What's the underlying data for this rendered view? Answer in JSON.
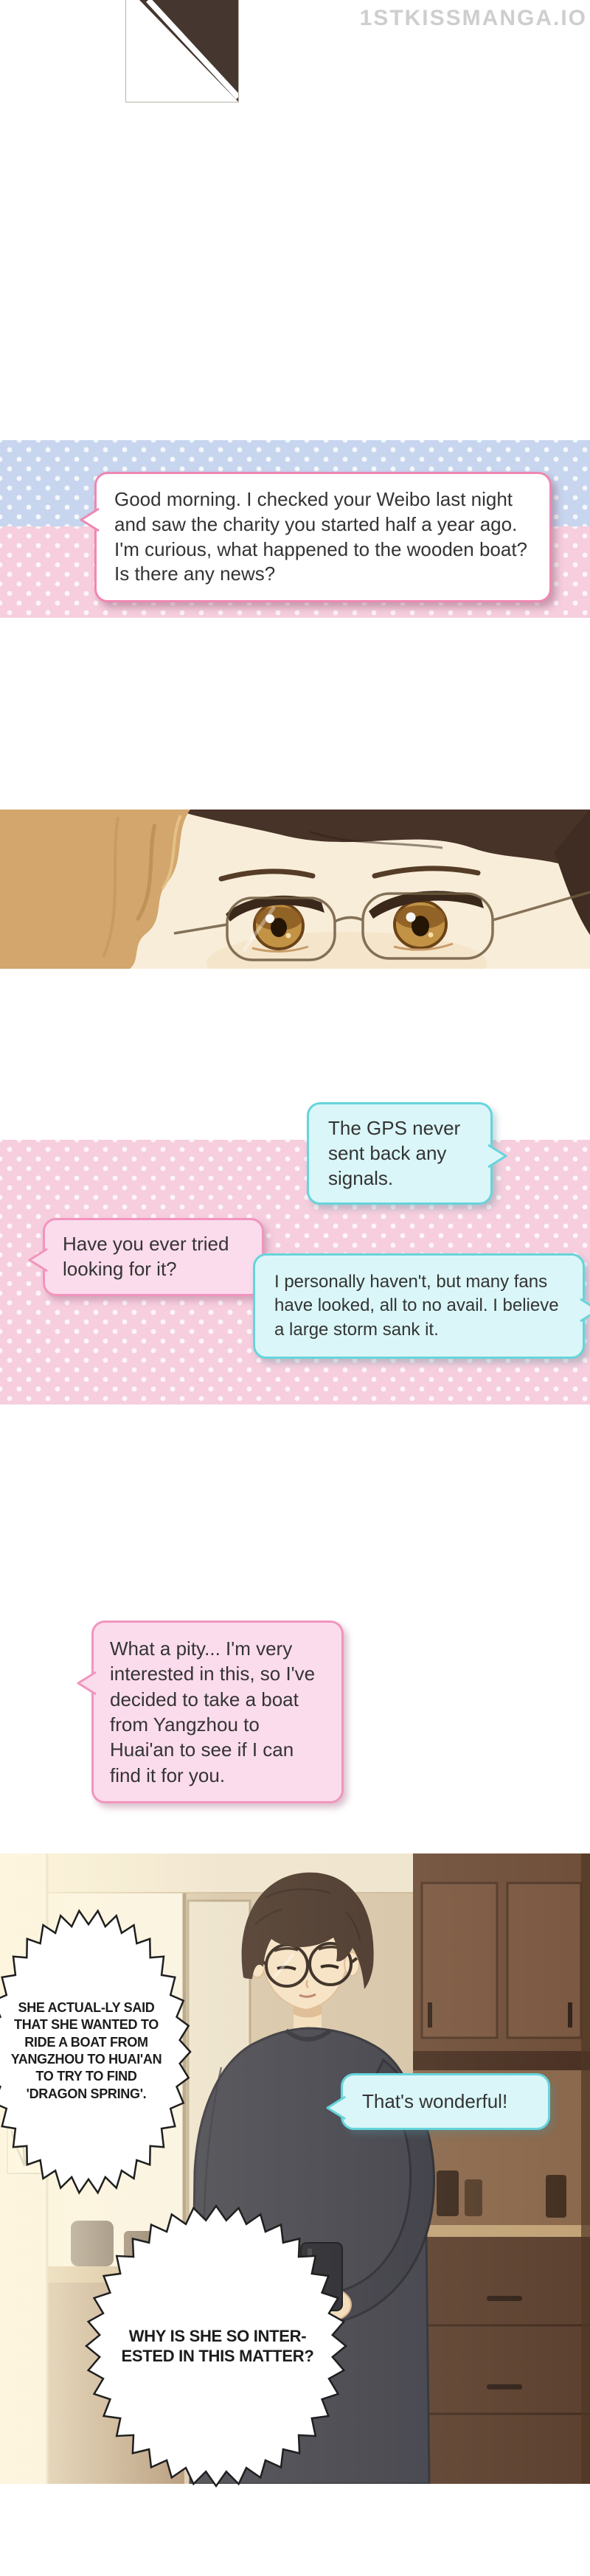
{
  "watermark": {
    "text": "1STKISSMANGA.IO"
  },
  "chat": {
    "greeting": {
      "text": "Good morning. I checked your Weibo last night and saw the charity you started half a year ago. I'm curious, what happened to the wooden boat? Is there any news?"
    },
    "gps": {
      "text": "The GPS never sent back any signals."
    },
    "tried": {
      "text": "Have you ever tried looking for it?"
    },
    "fans": {
      "text": "I personally haven't, but many fans have looked, all to no avail. I believe a large storm sank it."
    },
    "pity": {
      "text": "What a pity... I'm very interested in this, so I've decided to take a boat from Yangzhou to Huai'an to see if I can find it for you."
    },
    "wonderful": {
      "text": "That's wonderful!"
    }
  },
  "speech": {
    "narration": {
      "text": "SHE ACTUAL-LY SAID THAT SHE WANTED TO RIDE A BOAT FROM YANGZHOU TO HUAI'AN TO TRY TO FIND 'DRAGON SPRING'."
    },
    "thought": {
      "text": "WHY IS SHE SO INTER-ESTED IN THIS MATTER?"
    }
  },
  "colors": {
    "chat_blue_bg": "#c7d5ef",
    "chat_pink_bg": "#f6cede",
    "bubble_pink_border": "#f295be",
    "bubble_pink_fill": "#fbdcec",
    "bubble_cyan_border": "#66d4dc",
    "bubble_cyan_fill": "#daf6f8",
    "bubble_white_fill": "#ffffff",
    "burst_outline": "#1f1f1f",
    "watermark_gray": "#c9c9c9"
  }
}
